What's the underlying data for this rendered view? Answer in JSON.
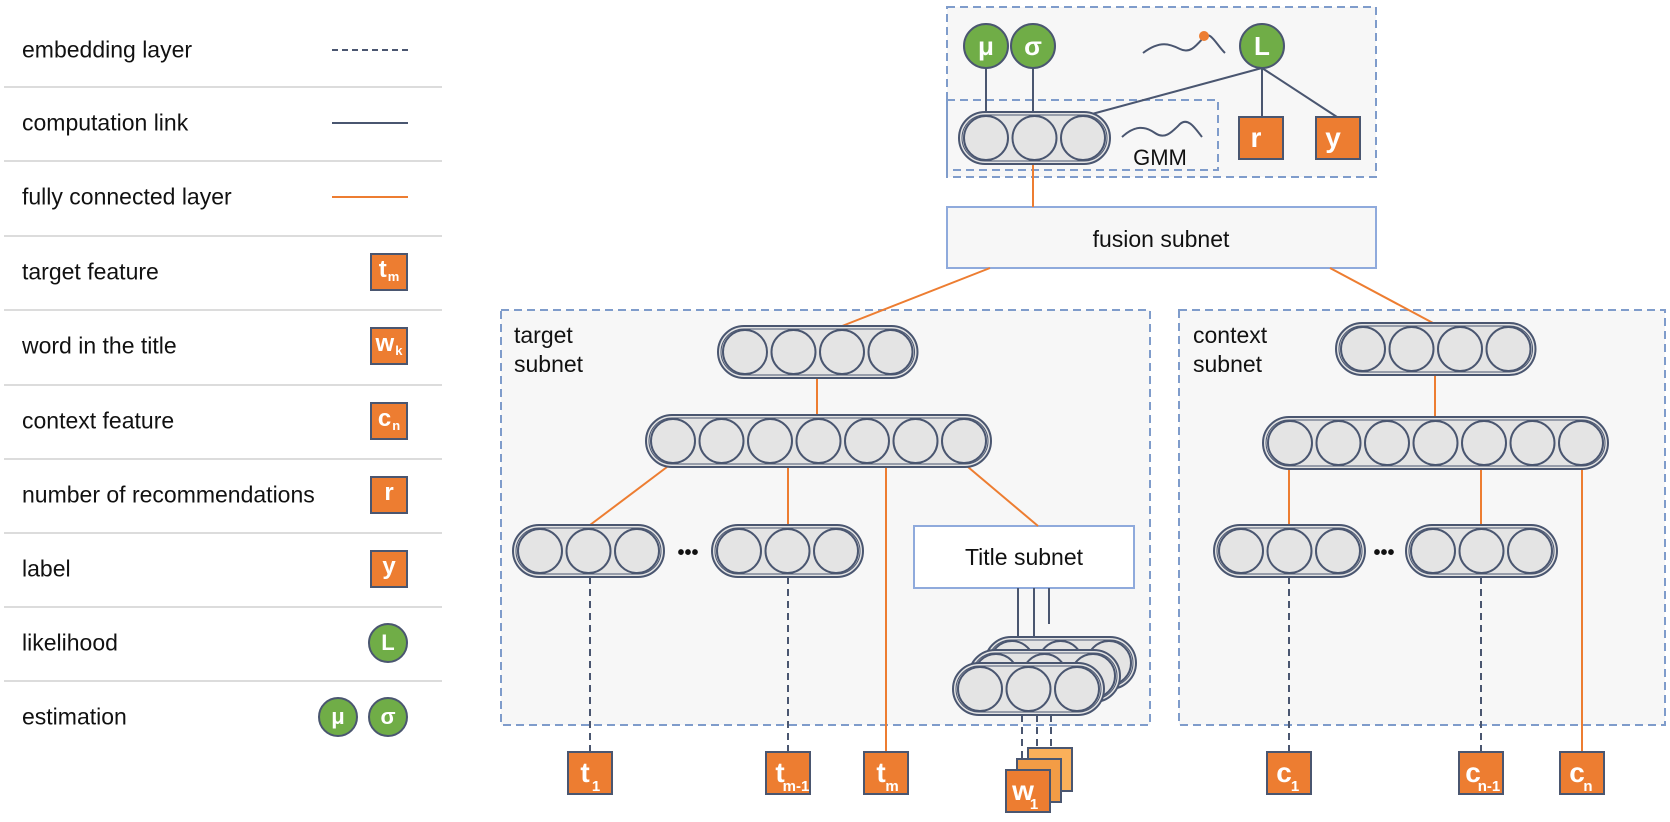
{
  "legend": [
    {
      "label": "embedding layer",
      "symbol": "dashed-line"
    },
    {
      "label": "computation link",
      "symbol": "solid-line"
    },
    {
      "label": "fully connected layer",
      "symbol": "orange-line"
    },
    {
      "label": "target feature",
      "symbol": "box",
      "glyph": "t",
      "sub": "m"
    },
    {
      "label": "word in the title",
      "symbol": "box",
      "glyph": "w",
      "sub": "k"
    },
    {
      "label": "context feature",
      "symbol": "box",
      "glyph": "c",
      "sub": "n"
    },
    {
      "label": "number of recommendations",
      "symbol": "box",
      "glyph": "r",
      "sub": ""
    },
    {
      "label": "label",
      "symbol": "box",
      "glyph": "y",
      "sub": ""
    },
    {
      "label": "likelihood",
      "symbol": "circle",
      "glyph": "L"
    },
    {
      "label": "estimation",
      "symbol": "circles",
      "glyphs": [
        "μ",
        "σ"
      ]
    }
  ],
  "diagram": {
    "top": {
      "mu": "μ",
      "sigma": "σ",
      "likelihood": "L",
      "gmm_label": "GMM",
      "r": "r",
      "y": "y"
    },
    "fusion_label": "fusion subnet",
    "target_label_1": "target",
    "target_label_2": "subnet",
    "context_label_1": "context",
    "context_label_2": "subnet",
    "title_label": "Title subnet",
    "ellipsis": "•••",
    "inputs": {
      "t1": {
        "g": "t",
        "s": "1"
      },
      "tm1": {
        "g": "t",
        "s": "m-1"
      },
      "tm": {
        "g": "t",
        "s": "m"
      },
      "w1": {
        "g": "w",
        "s": "1"
      },
      "c1": {
        "g": "c",
        "s": "1"
      },
      "cn1": {
        "g": "c",
        "s": "n-1"
      },
      "cn": {
        "g": "c",
        "s": "n"
      }
    }
  },
  "colors": {
    "orange": "#ed7d31",
    "orange_light1": "#f39c45",
    "orange_light2": "#fbb05a",
    "green": "#70ad47",
    "slate": "#4a5670",
    "dash_blue": "#7f9ccb",
    "panel": "#f7f7f7",
    "node_fill": "#e4e4e4"
  }
}
